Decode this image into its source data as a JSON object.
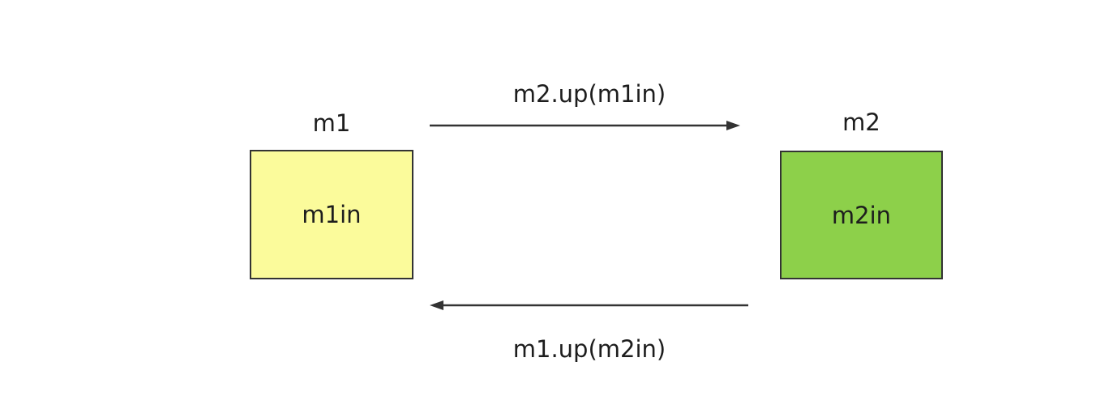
{
  "diagram": {
    "modules": [
      {
        "id": "m1",
        "label": "m1",
        "content": "m1in",
        "fill": "#FBFB9B"
      },
      {
        "id": "m2",
        "label": "m2",
        "content": "m2in",
        "fill": "#8DD04A"
      }
    ],
    "arrows": [
      {
        "label": "m2.up(m1in)",
        "direction": "left-to-right",
        "from": "m1",
        "to": "m2"
      },
      {
        "label": "m1.up(m2in)",
        "direction": "right-to-left",
        "from": "m2",
        "to": "m1"
      }
    ],
    "colors": {
      "background": "#FFFFFF",
      "box_border": "#333333",
      "arrow": "#333333",
      "text": "#1D1D1D"
    }
  }
}
